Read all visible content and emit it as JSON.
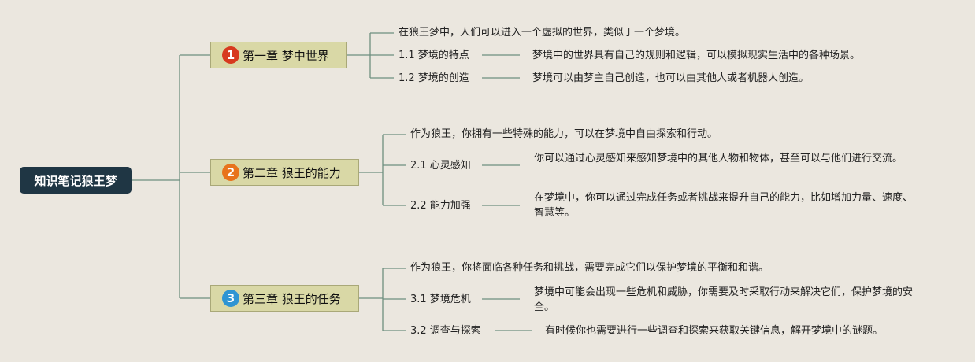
{
  "root": {
    "label": "知识笔记狼王梦"
  },
  "colors": {
    "root_bg": "#1f3644",
    "chapter_bg": "#d9d8a6",
    "line": "#6e8f7f"
  },
  "chapters": [
    {
      "number": "1",
      "number_color": "#d73a1f",
      "title": "第一章 梦中世界",
      "intro": "在狼王梦中，人们可以进入一个虚拟的世界，类似于一个梦境。",
      "sections": [
        {
          "label": "1.1 梦境的特点",
          "text": "梦境中的世界具有自己的规则和逻辑，可以模拟现实生活中的各种场景。"
        },
        {
          "label": "1.2 梦境的创造",
          "text": "梦境可以由梦主自己创造，也可以由其他人或者机器人创造。"
        }
      ]
    },
    {
      "number": "2",
      "number_color": "#e8731c",
      "title": "第二章 狼王的能力",
      "intro": "作为狼王，你拥有一些特殊的能力，可以在梦境中自由探索和行动。",
      "sections": [
        {
          "label": "2.1 心灵感知",
          "text": "你可以通过心灵感知来感知梦境中的其他人物和物体，甚至可以与他们进行交流。"
        },
        {
          "label": "2.2 能力加强",
          "text": "在梦境中，你可以通过完成任务或者挑战来提升自己的能力，比如增加力量、速度、智慧等。"
        }
      ]
    },
    {
      "number": "3",
      "number_color": "#2e95d3",
      "title": "第三章 狼王的任务",
      "intro": "作为狼王，你将面临各种任务和挑战，需要完成它们以保护梦境的平衡和和谐。",
      "sections": [
        {
          "label": "3.1 梦境危机",
          "text": "梦境中可能会出现一些危机和威胁，你需要及时采取行动来解决它们，保护梦境的安全。"
        },
        {
          "label": "3.2 调查与探索",
          "text": "有时候你也需要进行一些调查和探索来获取关键信息，解开梦境中的谜题。"
        }
      ]
    }
  ]
}
